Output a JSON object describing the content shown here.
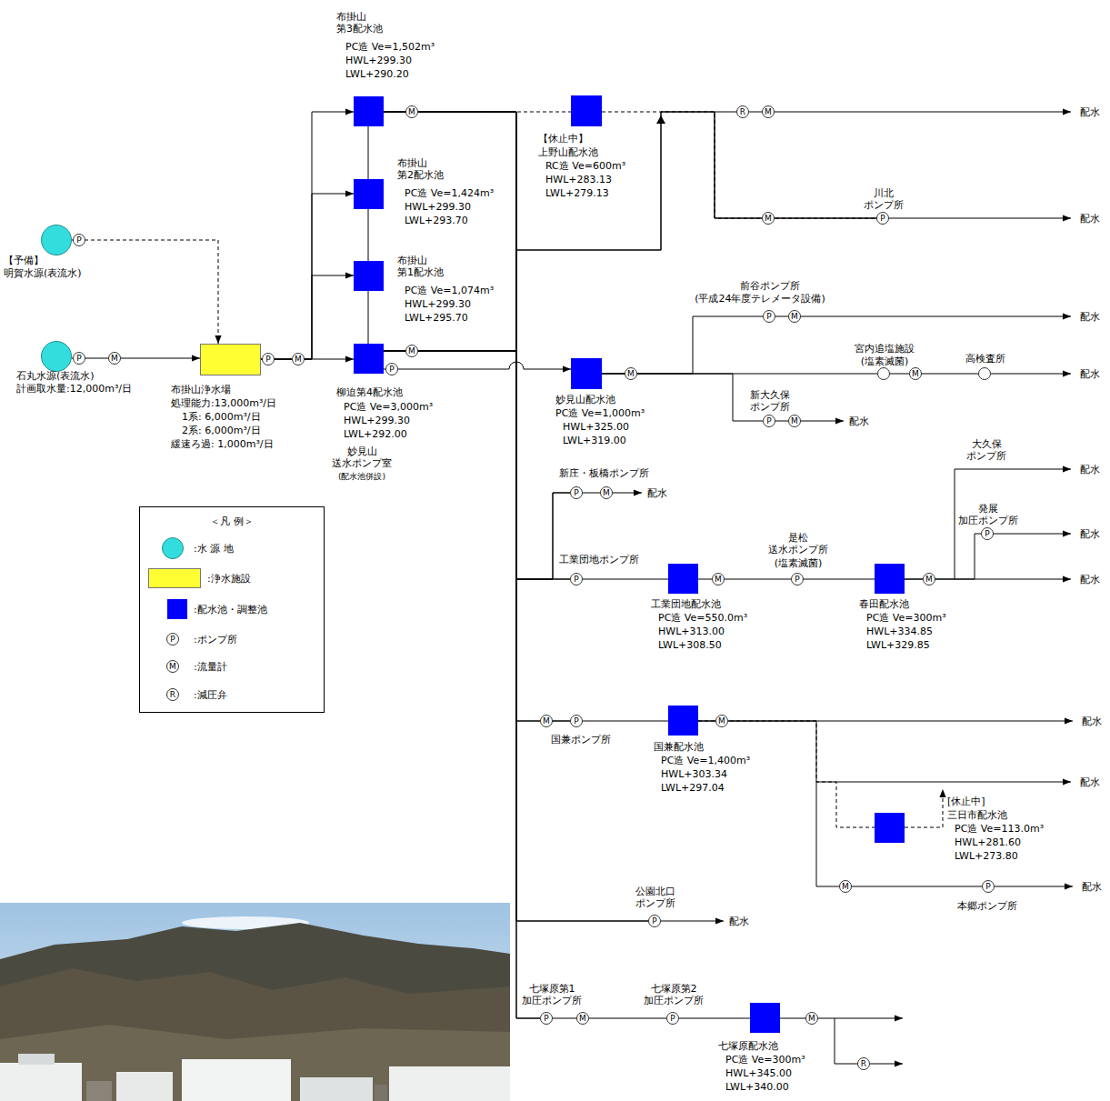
{
  "diagram": {
    "nodes": [
      {
        "text": [
          "石丸水源(表流水)",
          "計画取水量:12,000m³/日"
        ]
      },
      {
        "text": [
          "【予備】",
          "明賀水源(表流水)"
        ]
      },
      {
        "text": [
          "布掛山浄水場",
          "処理能力:13,000m³/日",
          "1系: 6,000m³/日",
          "2系: 6,000m³/日",
          "緩速ろ過: 1,000m³/日"
        ]
      },
      {
        "text": [
          "布掛山 第3配水池",
          "PC造 Ve=1,502m³",
          "HWL+299.30",
          "LWL+290.20"
        ]
      },
      {
        "text": [
          "布掛山 第2配水池",
          "PC造 Ve=1,424m³",
          "HWL+299.30",
          "LWL+293.70"
        ]
      },
      {
        "text": [
          "布掛山 第1配水池",
          "PC造 Ve=1,074m³",
          "HWL+299.30",
          "LWL+295.70"
        ]
      },
      {
        "text": [
          "柳迫第4配水池",
          "PC造 Ve=3,000m³",
          "HWL+299.30",
          "LWL+292.00",
          "妙見山 送水ポンプ室",
          "(配水池併設)"
        ]
      },
      {
        "text": [
          "【休止中】",
          "上野山配水池",
          "RC造 Ve=600m³",
          "HWL+283.13",
          "LWL+279.13"
        ]
      },
      {
        "text": [
          "川北 ポンプ所",
          "P"
        ]
      },
      {
        "text": [
          "前谷ポンプ所",
          "(平成24年度テレメータ設備)",
          "P"
        ]
      },
      {
        "text": [
          "妙見山配水池",
          "PC造 Ve=1,000m³",
          "HWL+325.00",
          "LWL+319.00"
        ]
      },
      {
        "text": [
          "宮内追塩施設",
          "(塩素滅菌)"
        ]
      },
      {
        "text": [
          "高検査所"
        ]
      },
      {
        "text": [
          "新大久保 ポンプ所",
          "P"
        ]
      },
      {
        "text": [
          "新庄・板橋ポンプ所",
          "P"
        ]
      },
      {
        "text": [
          "工業団地ポンプ所",
          "P"
        ]
      },
      {
        "text": [
          "工業団地配水池",
          "PC造 Ve=550.0m³",
          "HWL+313.00",
          "LWL+308.50"
        ]
      },
      {
        "text": [
          "是松 送水ポンプ所",
          "(塩素滅菌)",
          "P"
        ]
      },
      {
        "text": [
          "春田配水池",
          "PC造 Ve=300m³",
          "HWL+334.85",
          "LWL+329.85"
        ]
      },
      {
        "text": [
          "発展 加圧ポンプ所",
          "P"
        ]
      },
      {
        "text": [
          "国兼ポンプ所",
          "P"
        ]
      },
      {
        "text": [
          "国兼配水池",
          "PC造 Ve=1,400m³",
          "HWL+303.34",
          "LWL+297.04"
        ]
      },
      {
        "text": [
          "[休止中]",
          "三日市配水池",
          "PC造 Ve=113.0m³",
          "HWL+281.60",
          "LWL+273.80"
        ]
      },
      {
        "text": [
          "本郷ポンプ所",
          "P"
        ]
      },
      {
        "text": [
          "公園北口 ポンプ所",
          "P"
        ]
      },
      {
        "text": [
          "七塚原第1 加圧ポンプ所",
          "P"
        ]
      },
      {
        "text": [
          "七塚原第2 加圧ポンプ所",
          "P"
        ]
      },
      {
        "text": [
          "七塚原配水池",
          "PC造 Ve=300m³",
          "HWL+345.00",
          "LWL+340.00"
        ]
      }
    ],
    "edges": [
      {
        "from": 0,
        "to": 2,
        "arrow": "to"
      },
      {
        "from": 1,
        "to": 2,
        "arrow": "to"
      },
      {
        "from": 2,
        "to": 3,
        "arrow": "to"
      },
      {
        "from": 2,
        "to": 4,
        "arrow": "to"
      },
      {
        "from": 2,
        "to": 5,
        "arrow": "to"
      },
      {
        "from": 2,
        "to": 6,
        "arrow": "to"
      },
      {
        "from": 3,
        "to": 4,
        "arrow": "none"
      },
      {
        "from": 4,
        "to": 5,
        "arrow": "none"
      },
      {
        "from": 5,
        "to": 6,
        "arrow": "none"
      },
      {
        "from": 3,
        "to": 7,
        "arrow": "none"
      },
      {
        "from": 7,
        "to": 8,
        "arrow": "none"
      },
      {
        "from": 3,
        "to": 8,
        "arrow": "none"
      },
      {
        "from": 6,
        "to": 8,
        "arrow": "none"
      },
      {
        "from": 6,
        "to": 10,
        "arrow": "to"
      },
      {
        "from": 10,
        "to": 9,
        "arrow": "none"
      },
      {
        "from": 10,
        "to": 11,
        "arrow": "none"
      },
      {
        "from": 11,
        "to": 12,
        "arrow": "none"
      },
      {
        "from": 10,
        "to": 13,
        "arrow": "none"
      },
      {
        "from": 3,
        "to": 14,
        "arrow": "none"
      },
      {
        "from": 6,
        "to": 14,
        "arrow": "none"
      },
      {
        "from": 3,
        "to": 15,
        "arrow": "none"
      },
      {
        "from": 6,
        "to": 15,
        "arrow": "none"
      },
      {
        "from": 15,
        "to": 16,
        "arrow": "none"
      },
      {
        "from": 16,
        "to": 17,
        "arrow": "none"
      },
      {
        "from": 17,
        "to": 18,
        "arrow": "none"
      },
      {
        "from": 18,
        "to": 19,
        "arrow": "none"
      },
      {
        "from": 3,
        "to": 20,
        "arrow": "none"
      },
      {
        "from": 6,
        "to": 20,
        "arrow": "none"
      },
      {
        "from": 20,
        "to": 21,
        "arrow": "none"
      },
      {
        "from": 21,
        "to": 22,
        "arrow": "none"
      },
      {
        "from": 21,
        "to": 23,
        "arrow": "none"
      },
      {
        "from": 3,
        "to": 24,
        "arrow": "none"
      },
      {
        "from": 6,
        "to": 24,
        "arrow": "none"
      },
      {
        "from": 3,
        "to": 25,
        "arrow": "none"
      },
      {
        "from": 6,
        "to": 25,
        "arrow": "none"
      },
      {
        "from": 25,
        "to": 26,
        "arrow": "none"
      },
      {
        "from": 26,
        "to": 27,
        "arrow": "none"
      }
    ],
    "labels": [
      "配水",
      "配水",
      "配水",
      "配水",
      "配水",
      "配水",
      "大久保 ポンプ所",
      "配水",
      "配水",
      "配水",
      "配水",
      "配水",
      "配水",
      "配水",
      "＜凡 例＞",
      "P",
      "M",
      "P",
      "P",
      "M",
      "M",
      "M",
      "P",
      "R",
      "M",
      "M",
      "M",
      "M",
      "M",
      "M",
      "M",
      "M",
      "M",
      "M",
      "M",
      "M",
      "M",
      "M",
      "R",
      "P",
      "M",
      "R"
    ],
    "legend": [
      {
        "text": ":水 源 地",
        "color": "#33dddd"
      },
      {
        "text": ":浄水施設",
        "color": "#ffff33"
      },
      {
        "text": ":配水池・調整池",
        "color": "#0000ff"
      },
      {
        "text": ":ポンプ所"
      },
      {
        "text": ":流量計"
      },
      {
        "text": ":減圧弁"
      }
    ]
  }
}
